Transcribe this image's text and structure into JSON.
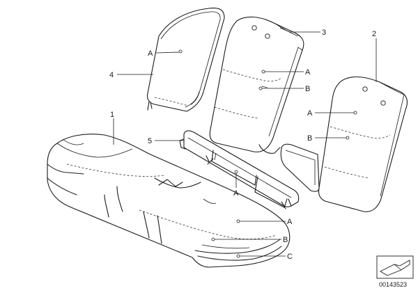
{
  "labels": {
    "part_1": "1",
    "part_2": "2",
    "part_3": "3",
    "part_4": "4",
    "part_5": "5",
    "ref_a": "A",
    "ref_b": "B",
    "ref_c": "C"
  },
  "catalog_number": "00143523",
  "colors": {
    "line": "#1a1a1a",
    "background": "#ffffff"
  }
}
